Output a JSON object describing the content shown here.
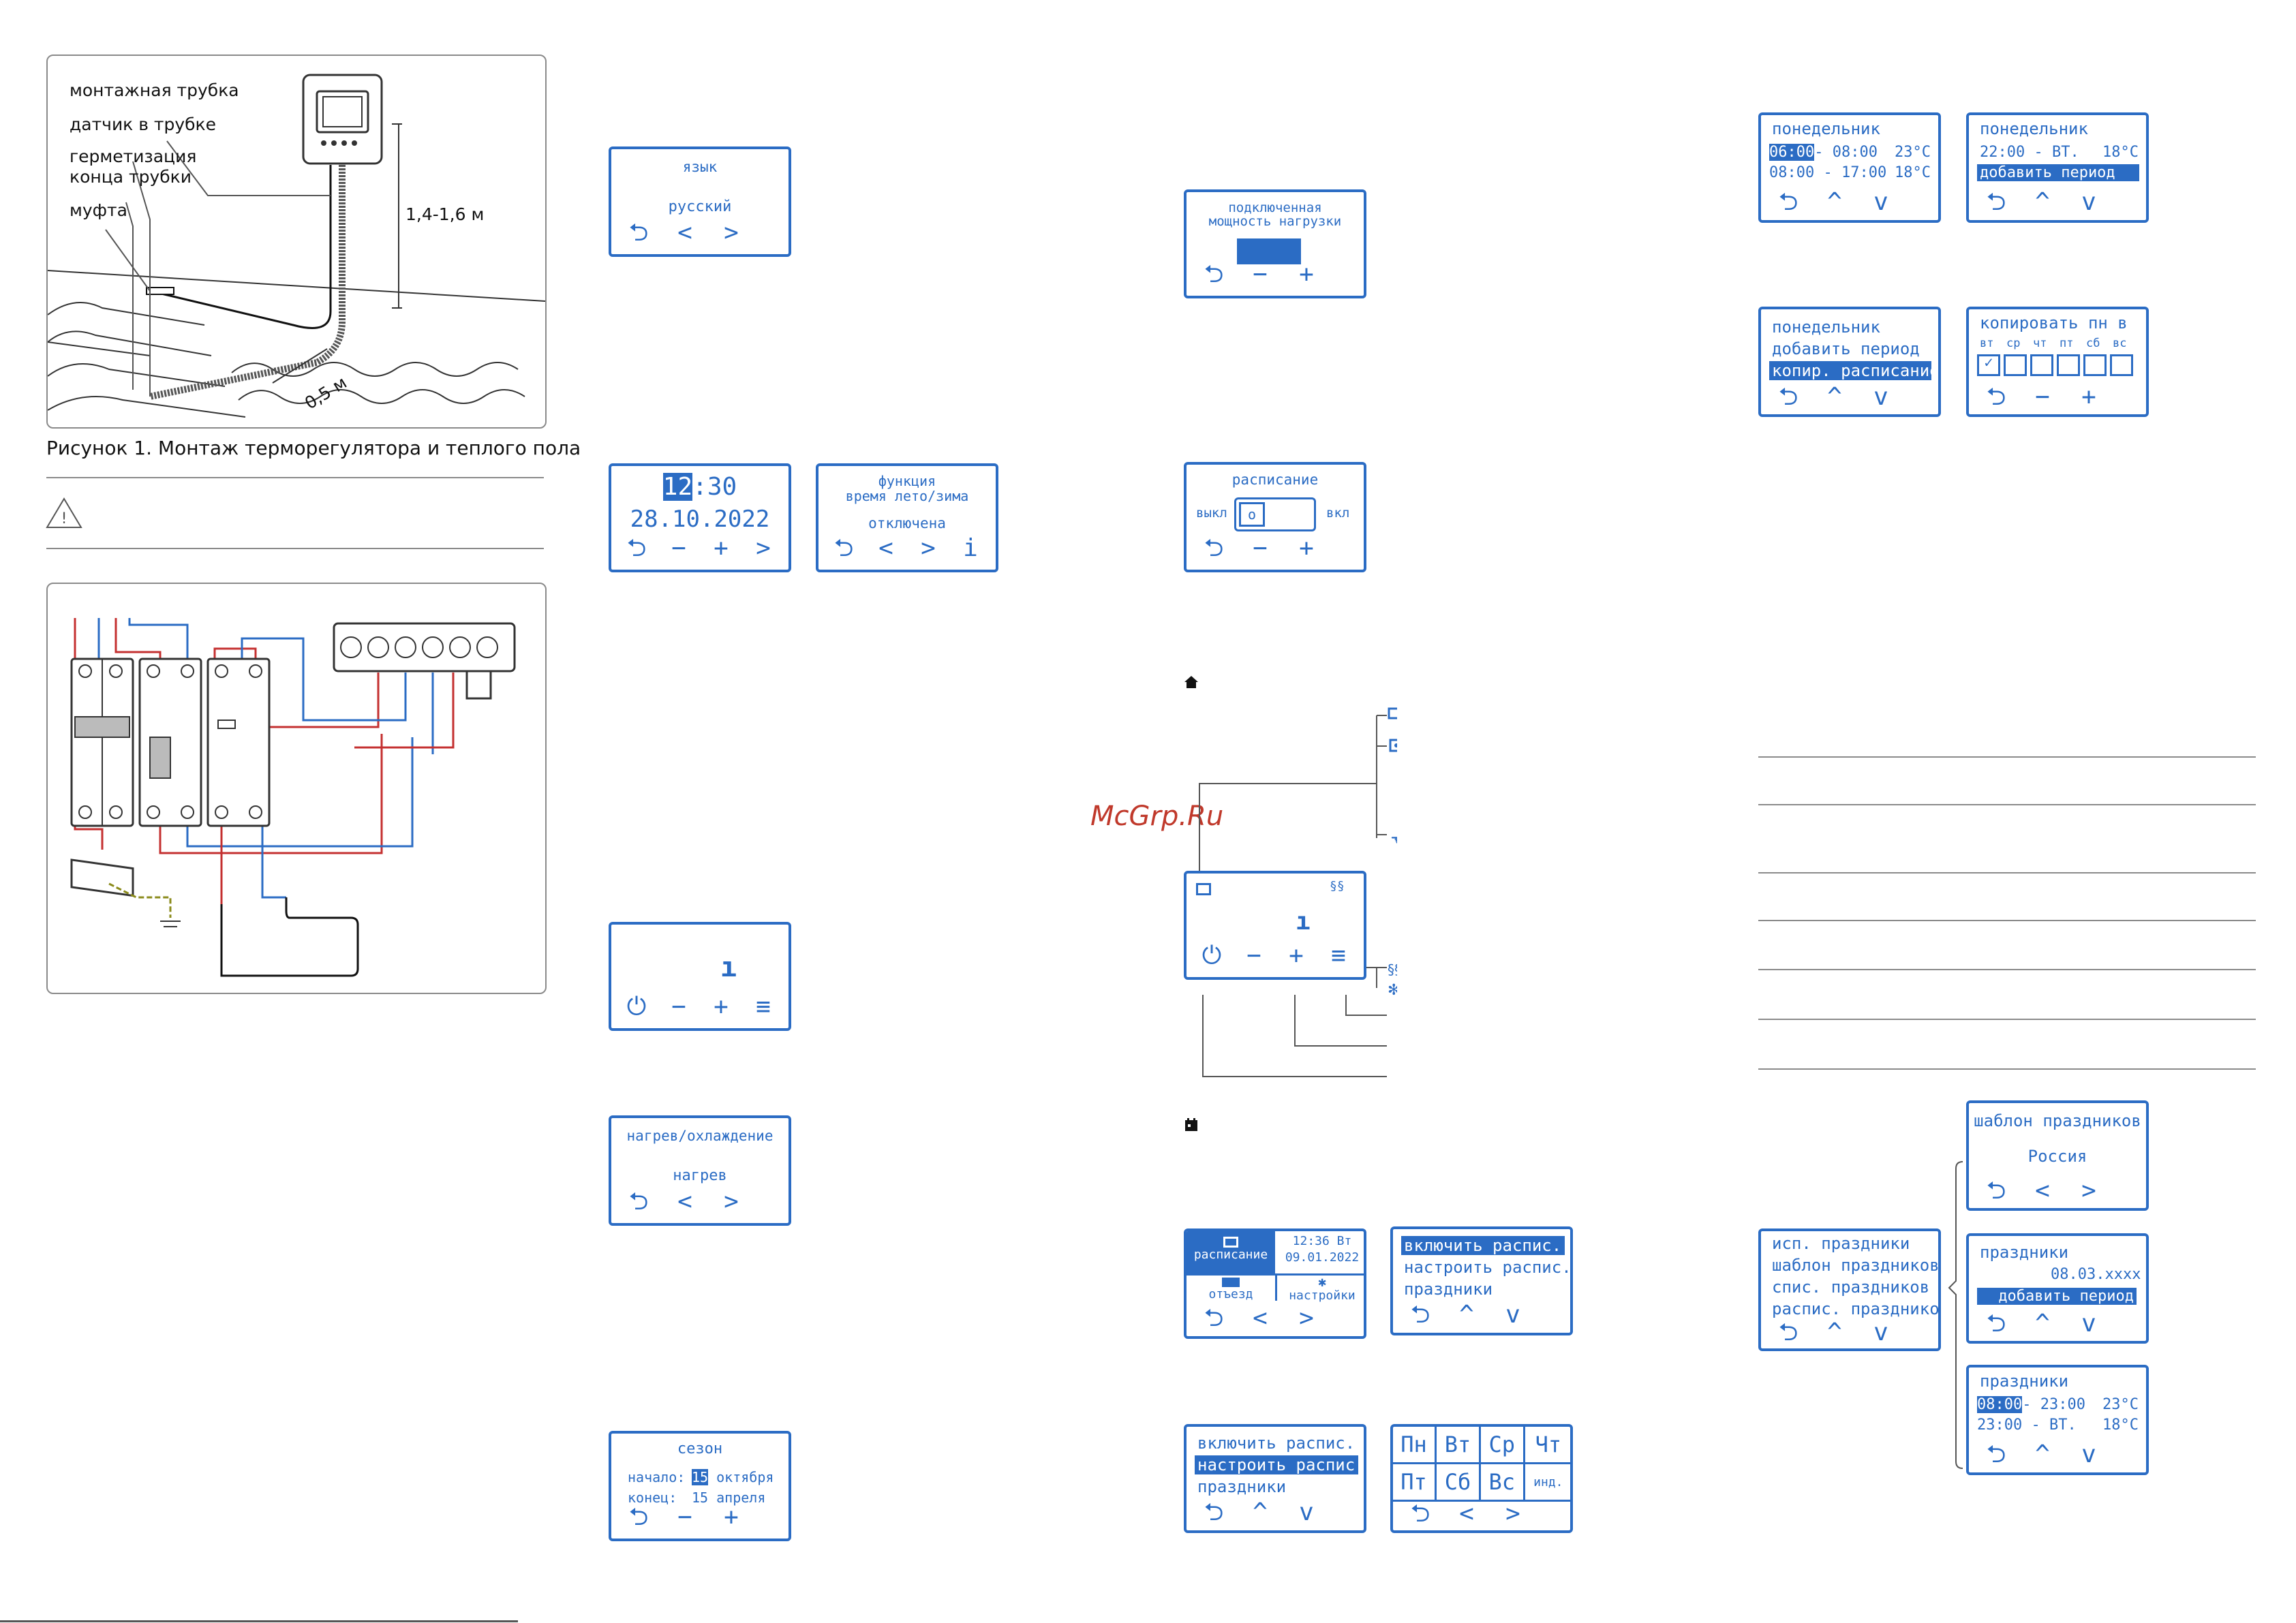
{
  "figure1": {
    "labels": {
      "tube": "монтажная трубка",
      "sensor": "датчик в трубке",
      "seal1": "герметизация",
      "seal2": "конца трубки",
      "coupling": "муфта",
      "height": "1,4-1,6 м",
      "dist": "0,5 м"
    },
    "caption": "Рисунок 1. Монтаж терморегулятора и теплого пола"
  },
  "warning_icon": "warning-triangle-icon",
  "watermark": "McGrp.Ru",
  "screens": {
    "language": {
      "title": "язык",
      "value": "русский",
      "buttons": [
        "⮌",
        "<",
        ">"
      ]
    },
    "clock": {
      "time_h": "12",
      "time_m": ":30",
      "date": "28.10.2022",
      "buttons": [
        "⮌",
        "−",
        "+",
        ">"
      ]
    },
    "dst": {
      "line1": "функция",
      "line2": "время лето/зима",
      "value": "отключена",
      "buttons": [
        "⮌",
        "<",
        ">",
        "i"
      ]
    },
    "main_small": {
      "value": "ı",
      "buttons": [
        "⏻",
        "−",
        "+",
        "≡"
      ]
    },
    "heat_cool": {
      "title": "нагрев/охлаждение",
      "value": "нагрев",
      "buttons": [
        "⮌",
        "<",
        ">"
      ]
    },
    "season": {
      "title": "сезон",
      "start_label": "начало:",
      "start_day": "15",
      "start_month": " октября",
      "end_label": "конец:",
      "end_value": "15 апреля",
      "buttons": [
        "⮌",
        "−",
        "+"
      ]
    },
    "power": {
      "line1": "подключенная",
      "line2": "мощность нагрузки",
      "buttons": [
        "⮌",
        "−",
        "+"
      ]
    },
    "schedule_toggle": {
      "title": "расписание",
      "off": "выкл",
      "on": "вкл",
      "knob": "o",
      "buttons": [
        "⮌",
        "−",
        "+"
      ]
    },
    "home_main": {
      "value": "ı",
      "buttons": [
        "⏻",
        "−",
        "+",
        "≡"
      ]
    },
    "menu": {
      "tile1": "расписание",
      "clock": "12:36 Вт",
      "date": "09.01.2022",
      "tile3": "отъезд",
      "tile4": "настройки",
      "buttons": [
        "⮌",
        "<",
        ">"
      ]
    },
    "sched_menu1": {
      "items": [
        "включить распис.",
        "настроить распис.",
        "праздники"
      ],
      "selected": 0,
      "buttons": [
        "⮌",
        "^",
        "v"
      ]
    },
    "sched_menu2": {
      "items": [
        "включить распис.",
        "настроить распис.",
        "праздники"
      ],
      "selected": 1,
      "buttons": [
        "⮌",
        "^",
        "v"
      ]
    },
    "days": {
      "row1": [
        "Пн",
        "Вт",
        "Ср",
        "Чт"
      ],
      "row2": [
        "Пт",
        "Сб",
        "Вс",
        "инд."
      ],
      "buttons": [
        "⮌",
        "<",
        ">"
      ]
    },
    "mon_periods": {
      "title": "понедельник",
      "p1_start": "06:00",
      "p1_rest": "- 08:00",
      "p1_temp": "23°C",
      "p2": "08:00 - 17:00",
      "p2_temp": "18°C",
      "buttons": [
        "⮌",
        "^",
        "v"
      ]
    },
    "mon_add": {
      "title": "понедельник",
      "p1": "22:00 - ВТ.",
      "p1_temp": "18°C",
      "add": "добавить период",
      "buttons": [
        "⮌",
        "^",
        "v"
      ]
    },
    "mon_menu": {
      "title": "понедельник",
      "item1": "добавить период",
      "item2": "копир. расписание",
      "buttons": [
        "⮌",
        "^",
        "v"
      ]
    },
    "copy": {
      "title": "копировать пн в",
      "days": [
        "вт",
        "ср",
        "чт",
        "пт",
        "сб",
        "вс"
      ],
      "checked": [
        true,
        false,
        false,
        false,
        false,
        false
      ],
      "buttons": [
        "⮌",
        "−",
        "+"
      ]
    },
    "holidays_menu": {
      "items": [
        "исп. праздники",
        "шаблон праздников",
        "спис. праздников",
        "распис. праздников"
      ],
      "buttons": [
        "⮌",
        "^",
        "v"
      ]
    },
    "holiday_template": {
      "title": "шаблон праздников",
      "value": "Россия",
      "buttons": [
        "⮌",
        "<",
        ">"
      ]
    },
    "holiday_list": {
      "title": "праздники",
      "date": "08.03.xxxx",
      "add": "добавить период",
      "buttons": [
        "⮌",
        "^",
        "v"
      ]
    },
    "holiday_sched": {
      "title": "праздники",
      "p1_start": "08:00",
      "p1_rest": "- 23:00",
      "p1_temp": "23°C",
      "p2": "23:00 - ВТ.",
      "p2_temp": "18°C",
      "buttons": [
        "⮌",
        "^",
        "v"
      ]
    }
  }
}
